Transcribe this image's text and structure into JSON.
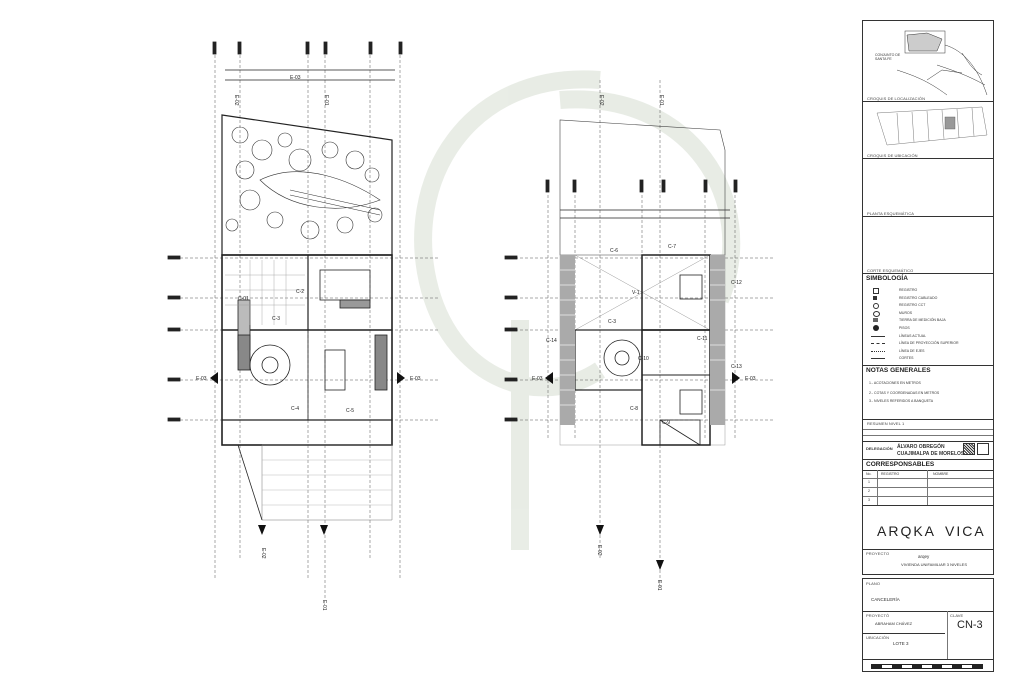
{
  "plans": {
    "axis_labels_top_left": [
      "E-02",
      "E-01"
    ],
    "axis_labels_top_right": [
      "E-02",
      "E-01"
    ],
    "axis_labels_bottom_left": [
      "E-02",
      "E-01"
    ],
    "axis_labels_bottom_right": [
      "E-02",
      "E-01"
    ],
    "section_labels": [
      "E-03",
      "E-03",
      "E-03",
      "E-03"
    ],
    "dim_label": "E-03",
    "left_plan_tags": [
      "C-01",
      "C-2",
      "C-3",
      "C-4",
      "C-5"
    ],
    "right_plan_tags": [
      "C-6",
      "C-7",
      "C-12",
      "V-1",
      "C-3",
      "C-14",
      "C-10",
      "C-11",
      "C-13",
      "C-8",
      "C-9"
    ]
  },
  "title_block": {
    "location_note": "CONJUNTO DE\nSANTA FE",
    "sketch_location": "CROQUIS DE LOCALIZACIÓN",
    "sketch_site": "CROQUIS DE UBICACIÓN",
    "plan_key": "PLANTA ESQUEMÁTICA",
    "section_key": "CORTE ESQUEMÁTICO",
    "symbology_title": "SIMBOLOGÍA",
    "symbology_items": [
      "REGISTRO",
      "REGISTRO CABLEADO",
      "REGISTRO CCT",
      "MUROS",
      "TIERRA DE MEDICIÓN BAJA",
      "PISOS",
      "LÍNEAS ACTUAL",
      "LÍNEA DE PROYECCIÓN SUPERIOR",
      "LÍNEA DE EJES",
      "CORTES"
    ],
    "notes_title": "NOTAS GENERALES",
    "notes": [
      "1.- ACOTACIONES EN METROS",
      "2.- COTAS Y COORDENADAS EN METROS",
      "3.- NIVELES REFERIDOS A BANQUETA"
    ],
    "level_summary": "RESUMEN NIVEL 1",
    "delegation_label": "DELEGACIÓN",
    "delegation_value": "ÁLVARO OBREGÓN",
    "delegation_value2": "CUAJIMALPA DE MORELOS",
    "responsibles_title": "CORRESPONSABLES",
    "resp_col1": "No.",
    "resp_col2": "REGISTRO",
    "resp_col3": "NOMBRE",
    "resp_rows": [
      "1",
      "2",
      "3"
    ],
    "brand_left": "ARQKA",
    "brand_right": "VICA",
    "project_label": "PROYECTO",
    "project_name": "arqey",
    "project_desc": "VIVIENDA UNIFAMILIAR 3 NIVELES",
    "plan_label": "PLANO",
    "plan_name": "CANCELERÍA",
    "designer_label": "PROYECTÓ",
    "designer_name": "ABRAHAM CHÁVEZ",
    "sheet_label": "CLAVE",
    "sheet_code": "CN-3",
    "lot_label": "UBICACIÓN",
    "lot_name": "LOTE 3"
  }
}
